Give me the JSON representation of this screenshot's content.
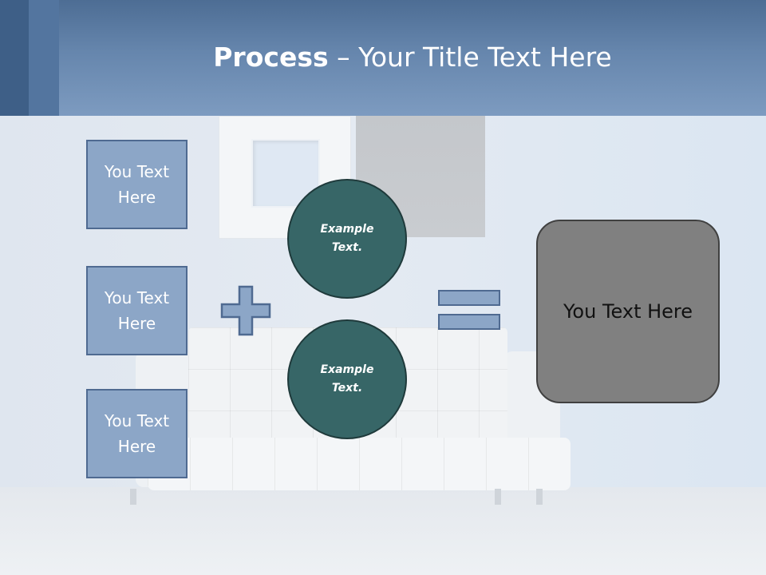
{
  "title": {
    "bold": "Process",
    "rest": " – Your Title Text Here"
  },
  "left_boxes": [
    {
      "text": "You Text Here"
    },
    {
      "text": "You Text Here"
    },
    {
      "text": "You Text Here"
    }
  ],
  "circles": [
    {
      "text": "Example Text."
    },
    {
      "text": "Example Text."
    }
  ],
  "operators": {
    "plus_icon": "plus-icon",
    "equals_icon": "equals-icon"
  },
  "result_box": {
    "text": "You Text Here"
  },
  "colors": {
    "header": "#6686ad",
    "box_fill": "#8ca6c7",
    "box_border": "#4f6a91",
    "circle_fill": "#376667",
    "result_fill": "#808080"
  }
}
